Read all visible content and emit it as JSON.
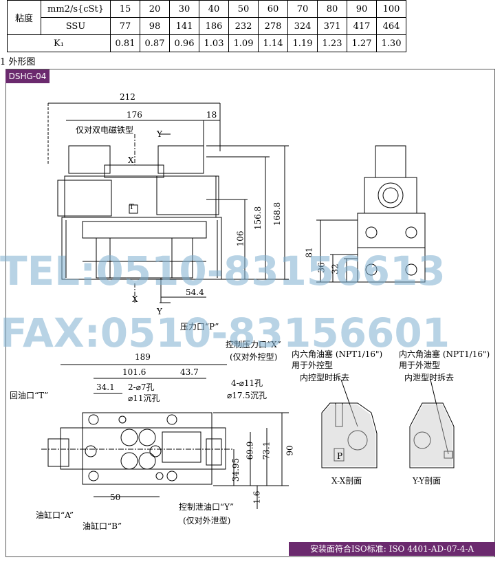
{
  "table": {
    "row_label": "粘度",
    "row1": [
      "mm2/s{cSt}",
      "15",
      "20",
      "30",
      "40",
      "50",
      "60",
      "70",
      "80",
      "90",
      "100"
    ],
    "row2": [
      "SSU",
      "77",
      "98",
      "141",
      "186",
      "232",
      "278",
      "324",
      "371",
      "417",
      "464"
    ],
    "row3": [
      "K₁",
      "0.81",
      "0.87",
      "0.96",
      "1.03",
      "1.09",
      "1.14",
      "1.19",
      "1.23",
      "1.27",
      "1.30"
    ]
  },
  "section_title": "1 外形图",
  "model": "DSHG-04",
  "dims": {
    "d212": "212",
    "d176": "176",
    "d18": "18",
    "d156": "156.8",
    "d168": "168.8",
    "d106": "106",
    "d54": "54.4",
    "d81": "81",
    "d36": "36",
    "d32": "32",
    "d189": "189",
    "d101": "101.6",
    "d43": "43.7",
    "d34": "34.1",
    "d50": "50",
    "d34_95": "34.95",
    "d69": "69.9",
    "d73": "73.1",
    "d90": "90",
    "d1_6": "1.6"
  },
  "labels": {
    "double_solenoid": "仅对双电磁铁型",
    "pressure_port": "压力口“P”",
    "pilot_port": "控制压力口“X”",
    "pilot_note": "(仅对外控型)",
    "return_port": "回油口“T”",
    "holes1": "2-⌀7孔",
    "holes1b": "⌀11沉孔",
    "holes2": "4-⌀11孔",
    "holes2b": "⌀17.5沉孔",
    "port_a": "油缸口“A”",
    "port_b": "油缸口“B”",
    "drain_port": "控制泄油口“Y”",
    "drain_note": "(仅对外泄型)",
    "plug_left": "内六角油塞 (NPT1/16\")",
    "plug_left2": "用于外控型",
    "plug_left3": "内控型时拆去",
    "plug_right": "内六角油塞 (NPT1/16\")",
    "plug_right2": "用于外泄型",
    "plug_right3": "内泄型时拆去",
    "sec_xx": "X-X剖面",
    "sec_yy": "Y-Y剖面",
    "x": "X",
    "y": "Y",
    "t": "T",
    "p": "P"
  },
  "watermark": {
    "tel": "TEL:0510-83156613",
    "fax": "FAX:0510-83156601"
  },
  "standard": "安装面符合ISO标准: ISO 4401-AD-07-4-A"
}
